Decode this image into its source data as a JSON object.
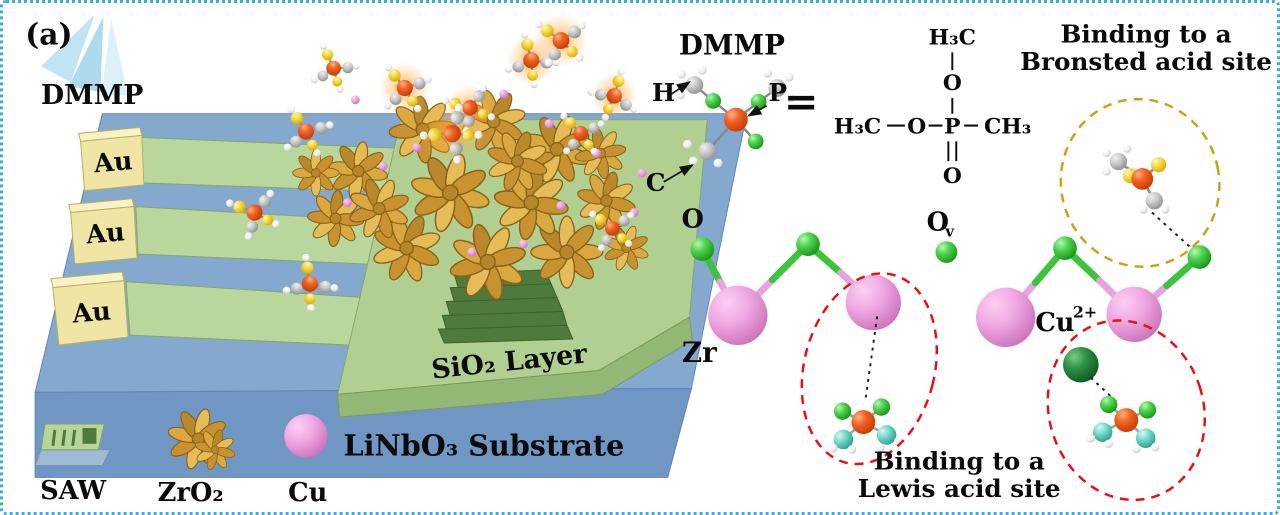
{
  "panel": {
    "label": "(a)"
  },
  "device": {
    "beam_label": "DMMP",
    "au_label": "Au",
    "sio2_label": "SiO₂ Layer",
    "substrate_label": "LiNbO₃ Substrate"
  },
  "legend": {
    "saw_label": "SAW",
    "zro2_label": "ZrO₂",
    "cu_label": "Cu"
  },
  "scheme": {
    "title": "DMMP",
    "equals_sign": "=",
    "atom_labels": {
      "h": "H",
      "c": "C",
      "p": "P",
      "o": "O",
      "ov_base": "O",
      "ov_sub": "v",
      "zr": "Zr",
      "cu_base": "Cu",
      "cu_sup": "2+"
    },
    "formula": {
      "top_ch3": "H₃C",
      "top_o": "O",
      "left_ch3": "H₃C",
      "mid_o": "O",
      "p": "P",
      "right_ch3": "CH₃",
      "bottom_o": "O"
    },
    "bronsted_caption": {
      "line1": "Binding to a",
      "line2": "Bronsted acid site"
    },
    "lewis_caption": {
      "line1": "Binding to a",
      "line2": "Lewis acid site"
    }
  },
  "colors": {
    "frame_border": "#3FABDC",
    "substrate_blue": "#7FA2C9",
    "sio2_green": "#AFCD90",
    "au_fill": "#F3E9AE",
    "au_text": "#E07818",
    "zro2_gold": "#D8A63E",
    "cu_pink": "#EDA3E2",
    "oxygen_green": "#35C435",
    "cu2_dark_green": "#1E7A30",
    "phosphorus_red": "#E24A10",
    "bronsted_text": "#B8960B",
    "lewis_text": "#EE1212"
  }
}
